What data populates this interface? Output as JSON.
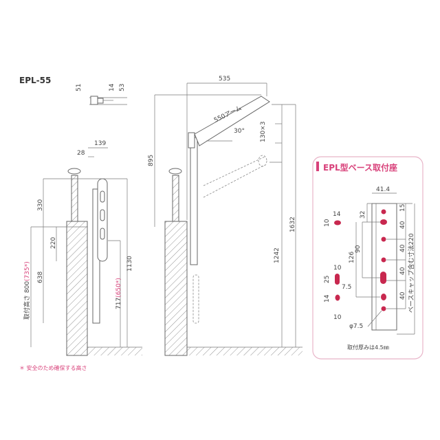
{
  "title": "EPL-55",
  "top_view": {
    "d51": "51",
    "d14": "14",
    "d53": "53"
  },
  "left_view": {
    "d139": "139",
    "d28": "28",
    "d330": "330",
    "d220": "220",
    "d638": "638",
    "mount_height_label": "取付高さ 800",
    "mount_height_safe": "(735*)",
    "d1130": "1130",
    "d717": "717",
    "d717_safe": "(650*)"
  },
  "mid_view": {
    "d535": "535",
    "d895": "895",
    "arm": "550アーム",
    "angle": "30°",
    "step": "130×3",
    "d1632": "1632",
    "d1242": "1242"
  },
  "footnote": "＊ 安全のため確保する高さ",
  "base_panel": {
    "title": "EPL型ベース取付座",
    "w": "41.4",
    "d32": "32",
    "d90": "90",
    "d126": "126",
    "d15": "15",
    "d40a": "40",
    "d40b": "40",
    "d40c": "40",
    "d40d": "40",
    "total": "ベースキャップ含む寸法220",
    "h1_w": "14",
    "h1_h": "10",
    "h2_w": "10",
    "h2_h": "25",
    "h2_r": "7.5",
    "h3_h": "14",
    "h3_w": "10",
    "phi": "φ7.5",
    "thickness": "取付厚みは4.5㎜"
  },
  "colors": {
    "accent": "#d8417a",
    "hole": "#c8284f",
    "panel_border": "#e8b4c8"
  }
}
